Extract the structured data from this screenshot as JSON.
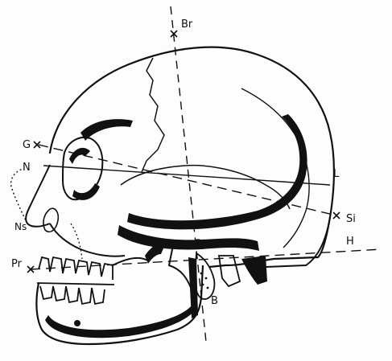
{
  "figure": {
    "background": "#fdfdfd",
    "ink": "#111111",
    "landmarks": [
      {
        "id": "Br",
        "text": "Br"
      },
      {
        "id": "G",
        "text": "G"
      },
      {
        "id": "N",
        "text": "N"
      },
      {
        "id": "Ns",
        "text": "Ns"
      },
      {
        "id": "Pr",
        "text": "Pr"
      },
      {
        "id": "L",
        "text": "L"
      },
      {
        "id": "Si",
        "text": "Si"
      },
      {
        "id": "H",
        "text": "H"
      },
      {
        "id": "B",
        "text": "B"
      }
    ]
  }
}
